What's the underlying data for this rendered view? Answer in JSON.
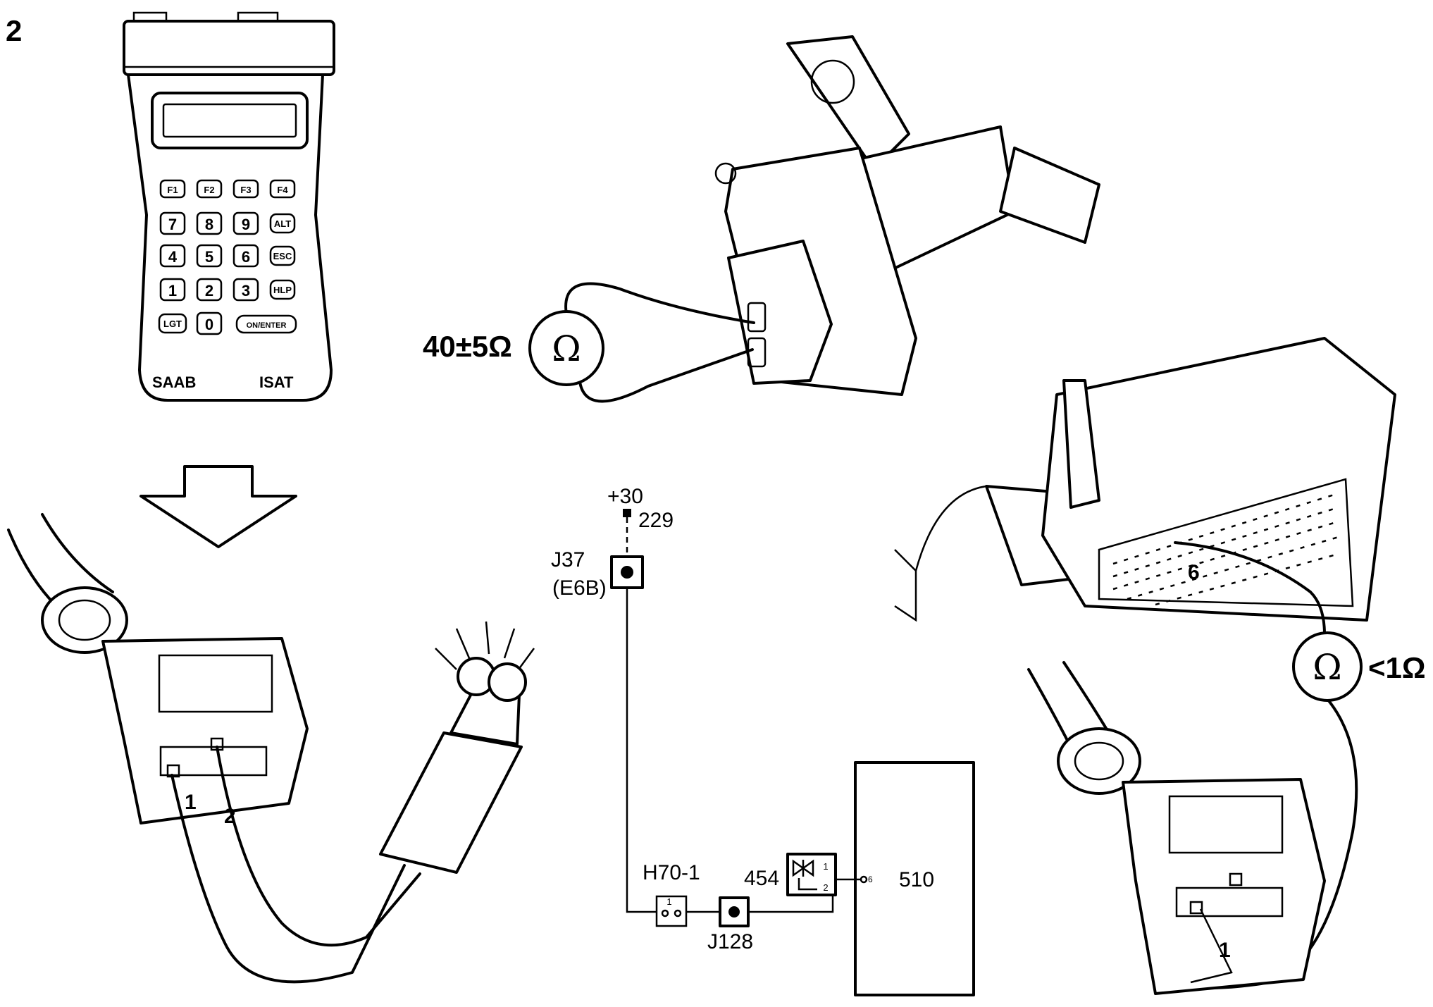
{
  "figure_number": "2",
  "tester": {
    "brand": "SAAB",
    "model": "ISAT",
    "function_keys": [
      "F1",
      "F2",
      "F3",
      "F4"
    ],
    "keypad_rows": [
      [
        "7",
        "8",
        "9",
        "ALT"
      ],
      [
        "4",
        "5",
        "6",
        "ESC"
      ],
      [
        "1",
        "2",
        "3",
        "HLP"
      ]
    ],
    "bottom_keys": [
      "LGT",
      "0",
      "ON/ENTER"
    ]
  },
  "left_connector": {
    "pin_1": "1",
    "pin_2": "2"
  },
  "valve_measurement": {
    "value": "40±5Ω",
    "meter_symbol": "Ω"
  },
  "ecu_measurement": {
    "value": "<1Ω",
    "meter_symbol": "Ω",
    "ecu_pin": "6"
  },
  "right_connector": {
    "pin_1": "1"
  },
  "schematic": {
    "supply": "+30",
    "fuse": "229",
    "junction_top": "J37",
    "junction_top_sub": "(E6B)",
    "connector": "H70-1",
    "connector_pin": "1",
    "junction_bottom": "J128",
    "component": "454",
    "component_pin_1": "1",
    "component_pin_2": "2",
    "ecu_pin": "6",
    "ecu": "510"
  }
}
